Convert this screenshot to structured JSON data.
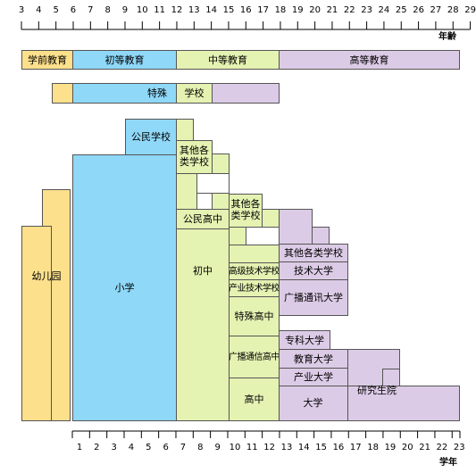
{
  "top_axis": {
    "labels": [
      "3",
      "4",
      "5",
      "6",
      "7",
      "8",
      "9",
      "10",
      "11",
      "12",
      "13",
      "14",
      "15",
      "16",
      "17",
      "18",
      "19",
      "20",
      "21",
      "22",
      "23",
      "24",
      "25",
      "26",
      "27",
      "28",
      "29"
    ],
    "unit": "年齢"
  },
  "bottom_axis": {
    "labels": [
      "1",
      "2",
      "3",
      "4",
      "5",
      "6",
      "7",
      "8",
      "9",
      "10",
      "11",
      "12",
      "13",
      "14",
      "15",
      "16",
      "17",
      "18",
      "19",
      "20",
      "21",
      "22",
      "23"
    ],
    "unit": "学年"
  },
  "stages": {
    "preschool": "学前教育",
    "primary": "初等教育",
    "secondary": "中等教育",
    "higher": "高等教育"
  },
  "special": {
    "left": "特殊",
    "right": "学校"
  },
  "institutions": {
    "kindergarten": "幼儿园",
    "primary_school": "小学",
    "civic_school": "公民学校",
    "junior_middle": "初中",
    "other_schools_1": "其他各类学校",
    "civic_high": "公民高中",
    "other_schools_2": "其他各类学校",
    "advanced_tech_school": "高级技术学校",
    "industrial_tech_school": "产业技术学校",
    "special_high": "特殊高中",
    "broadcast_high": "广播通信高中",
    "high_school": "高中",
    "other_schools_3": "其他各类学校",
    "tech_university": "技术大学",
    "broadcast_university": "广播通讯大学",
    "junior_college": "专科大学",
    "education_university": "教育大学",
    "industrial_university": "产业大学",
    "university": "大学",
    "graduate_school": "研究生院"
  },
  "colors": {
    "preschool": "#fde08c",
    "primary": "#8fd8f8",
    "secondary": "#e4f2b2",
    "higher": "#dccbe6"
  }
}
